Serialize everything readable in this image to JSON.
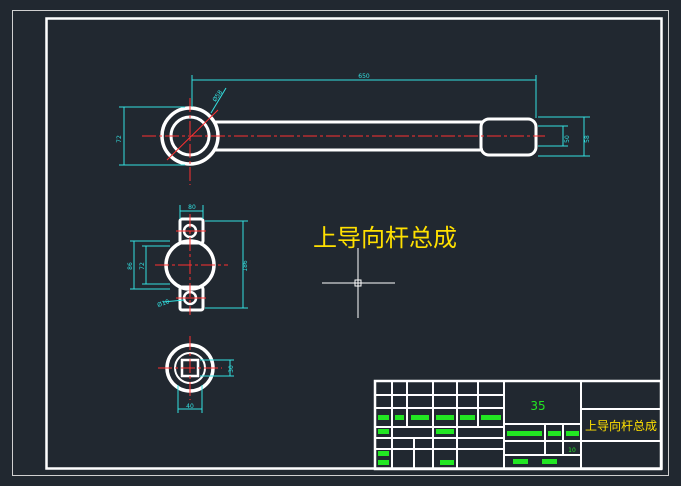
{
  "drawing": {
    "title": "上导向杆总成",
    "title_block": {
      "material": "35",
      "part_name": "上导向杆总成",
      "scale_cell": "10"
    },
    "dimensions": {
      "length": "650",
      "left_height": "72",
      "right_small": "50",
      "right_large": "58",
      "top_diam": "Ø58",
      "mid_top_width": "80",
      "mid_left_1": "86",
      "mid_left_2": "72",
      "mid_right": "186",
      "mid_small_diam": "Ø10",
      "bottom_width": "40",
      "bottom_right": "30"
    }
  },
  "colors": {
    "background": "#212830",
    "outline": "#ffffff",
    "centerline": "#ff3030",
    "dimension": "#33e0e0",
    "title_text": "#ffe000",
    "block_text": "#22e622"
  }
}
